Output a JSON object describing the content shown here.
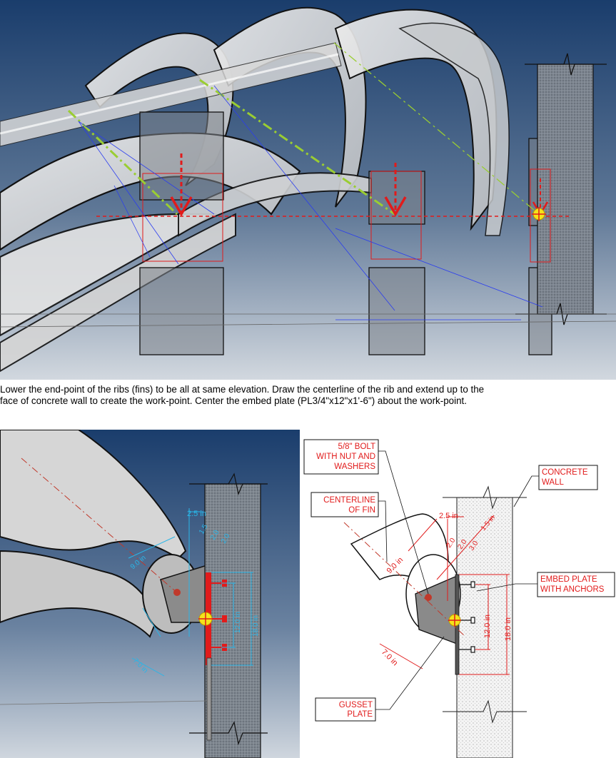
{
  "caption": {
    "line1": "Lower the end-point of the ribs (fins) to be all at same elevation. Draw the centerline of the rib and extend up to the",
    "line2": "face of concrete wall to create the work-point.  Center the embed plate (PL3/4\"x12\"x1'-6\") about the work-point."
  },
  "render_dims": {
    "d1": "2.5 in",
    "d2": "1.5",
    "d3": "2.0",
    "d4": "2.0",
    "d5": "12.0 in",
    "d6": "18.0 in",
    "d7": "7.0 in",
    "d8": "9.0 in"
  },
  "drawing": {
    "callout_bolt": [
      "5/8\" BOLT",
      "WITH NUT AND",
      "WASHERS"
    ],
    "callout_centerline": [
      "CENTERLINE",
      "OF FIN"
    ],
    "callout_wall": [
      "CONCRETE",
      "WALL"
    ],
    "callout_embed": [
      "EMBED PLATE",
      "WITH ANCHORS"
    ],
    "callout_gusset": [
      "GUSSET",
      "PLATE"
    ],
    "dim_25": "2.5 in",
    "dim_15": "1.5 in",
    "dim_20a": "2.0",
    "dim_20b": "2.0",
    "dim_30": "3.0",
    "dim_90": "9.0 in",
    "dim_120": "12.0 in",
    "dim_180": "18.0 in",
    "dim_70": "7.0 in"
  },
  "colors": {
    "bg_top": "#1b3f6e",
    "bg_bottom": "#c9d1da",
    "red": "#e11b1b",
    "dim_blue": "#29b6e8",
    "green": "#9acd32"
  }
}
